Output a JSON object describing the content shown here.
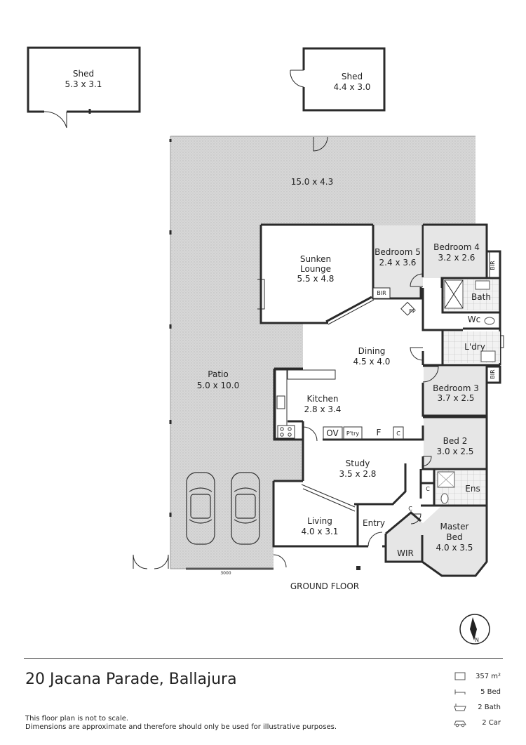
{
  "rooms": {
    "shed1": {
      "name": "Shed",
      "size": "5.3 x 3.1"
    },
    "shed2": {
      "name": "Shed",
      "size": "4.4 x 3.0"
    },
    "alfresco": {
      "size": "15.0 x 4.3"
    },
    "patio": {
      "name": "Patio",
      "size": "5.0 x 10.0"
    },
    "sunken_lounge": {
      "name1": "Sunken",
      "name2": "Lounge",
      "size": "5.5 x 4.8"
    },
    "bedroom5": {
      "name": "Bedroom 5",
      "size": "2.4 x 3.6"
    },
    "bedroom4": {
      "name": "Bedroom 4",
      "size": "3.2 x 2.6"
    },
    "dining": {
      "name": "Dining",
      "size": "4.5 x 4.0"
    },
    "kitchen": {
      "name": "Kitchen",
      "size": "2.8 x 3.4"
    },
    "bedroom3": {
      "name": "Bedroom 3",
      "size": "3.7 x 2.5"
    },
    "bed2": {
      "name": "Bed 2",
      "size": "3.0 x 2.5"
    },
    "study": {
      "name": "Study",
      "size": "3.5 x 2.8"
    },
    "living": {
      "name": "Living",
      "size": "4.0 x 3.1"
    },
    "entry": {
      "name": "Entry"
    },
    "master": {
      "name1": "Master",
      "name2": "Bed",
      "size": "4.0 x 3.5"
    },
    "wir": {
      "name": "WIR"
    },
    "bath": {
      "name": "Bath"
    },
    "wc": {
      "name": "Wc"
    },
    "laundry": {
      "name": "L'dry"
    },
    "ens": {
      "name": "Ens"
    }
  },
  "fixtures": {
    "bir1": "BIR",
    "bir2": "BIR",
    "bir3": "BIR",
    "fp": "FP",
    "ov": "OV",
    "pantry": "P'try",
    "fridge": "F",
    "c1": "C",
    "c2": "C",
    "c3": "C",
    "door_label": "3000"
  },
  "floor_label": "GROUND FLOOR",
  "address": "20 Jacana Parade, Ballajura",
  "stats": {
    "area": "357 m²",
    "bed": "5 Bed",
    "bath": "2 Bath",
    "car": "2 Car"
  },
  "disclaimer": {
    "line1": "This floor plan is not to scale.",
    "line2": "Dimensions are approximate and therefore should only be used for illustrative purposes."
  },
  "icons": [
    "compass-icon",
    "area-icon",
    "bed-icon",
    "bath-icon",
    "car-icon"
  ]
}
